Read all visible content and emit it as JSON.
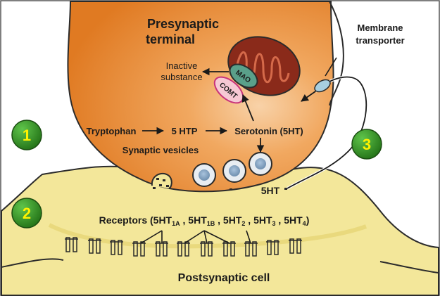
{
  "labels": {
    "presynaptic_line1": "Presynaptic",
    "presynaptic_line2": "terminal",
    "membrane_line1": "Membrane",
    "membrane_line2": "transporter",
    "inactive_line1": "Inactive",
    "inactive_line2": "substance",
    "mao": "MAO",
    "comt": "COMT",
    "tryptophan": "Tryptophan",
    "htp": "5 HTP",
    "serotonin": "Serotonin (5HT)",
    "synaptic_vesicles": "Synaptic vesicles",
    "free_5ht": "5HT",
    "receptors_prefix": "Receptors (5HT",
    "postsynaptic": "Postsynaptic cell"
  },
  "receptor_subtypes": [
    {
      "sub": "1A",
      "sep": " , 5HT"
    },
    {
      "sub": "1B",
      "sep": " , 5HT"
    },
    {
      "sub": "2",
      "sep": " , 5HT"
    },
    {
      "sub": "3",
      "sep": " , 5HT"
    },
    {
      "sub": "4",
      "sep": ")"
    }
  ],
  "badges": [
    "1",
    "2",
    "3"
  ],
  "colors": {
    "presynaptic": "#e8832a",
    "presynaptic_light": "#f6c391",
    "postsynaptic": "#f3e79a",
    "postsynaptic_dark": "#e2d06a",
    "outline": "#2b2b2b",
    "mitochondria": "#8a2a1a",
    "mao": "#5aa08a",
    "comt": "#f4b3c4",
    "badge": "#2e8a1f",
    "badge_text": "#fff200",
    "vesicle": "#dfe6ee"
  }
}
